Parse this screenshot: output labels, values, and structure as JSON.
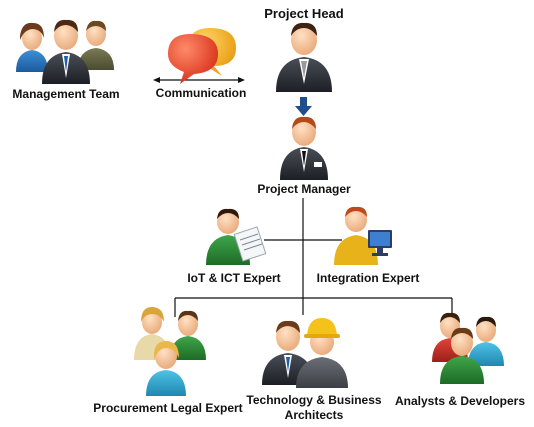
{
  "diagram": {
    "nodes": {
      "management_team": "Management Team",
      "communication": "Communication",
      "project_head": "Project Head",
      "project_manager": "Project Manager",
      "iot_ict_expert": "IoT & ICT Expert",
      "integration_expert": "Integration Expert",
      "procurement_legal_expert": "Procurement Legal Expert",
      "tech_business_architects_line1": "Technology & Business",
      "tech_business_architects_line2": "Architects",
      "analysts_developers": "Analysts & Developers"
    },
    "icons": [
      "business-person-icon",
      "speech-bubbles-icon",
      "down-arrow-icon",
      "computer-monitor-icon",
      "document-icon",
      "hard-hat-icon"
    ],
    "colors": {
      "arrow": "#1f4e8f",
      "connector": "#111111",
      "suit": "#2b2f36",
      "bubble_red": "#e8462a",
      "bubble_yellow": "#f2b21b"
    }
  }
}
